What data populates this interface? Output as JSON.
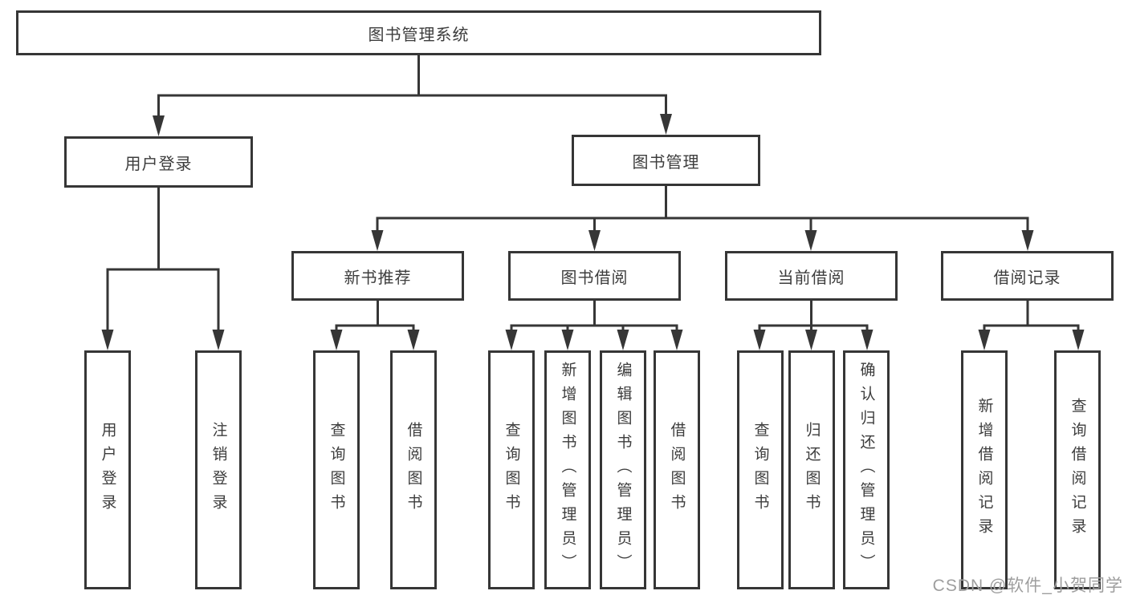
{
  "tree": {
    "label": "图书管理系统",
    "children": [
      {
        "label": "用户登录",
        "children": [
          {
            "label": "用户登录"
          },
          {
            "label": "注销登录"
          }
        ]
      },
      {
        "label": "图书管理",
        "children": [
          {
            "label": "新书推荐",
            "children": [
              {
                "label": "查询图书"
              },
              {
                "label": "借阅图书"
              }
            ]
          },
          {
            "label": "图书借阅",
            "children": [
              {
                "label": "查询图书"
              },
              {
                "label": "新增图书（管理员）"
              },
              {
                "label": "编辑图书（管理员）"
              },
              {
                "label": "借阅图书"
              }
            ]
          },
          {
            "label": "当前借阅",
            "children": [
              {
                "label": "查询图书"
              },
              {
                "label": "归还图书"
              },
              {
                "label": "确认归还（管理员）"
              }
            ]
          },
          {
            "label": "借阅记录",
            "children": [
              {
                "label": "新增借阅记录"
              },
              {
                "label": "查询借阅记录"
              }
            ]
          }
        ]
      }
    ]
  },
  "watermark": "CSDN @软件_小贺同学",
  "colors": {
    "line": "#363636",
    "text": "#3d3d3d",
    "watermark": "#9e9e9e"
  }
}
